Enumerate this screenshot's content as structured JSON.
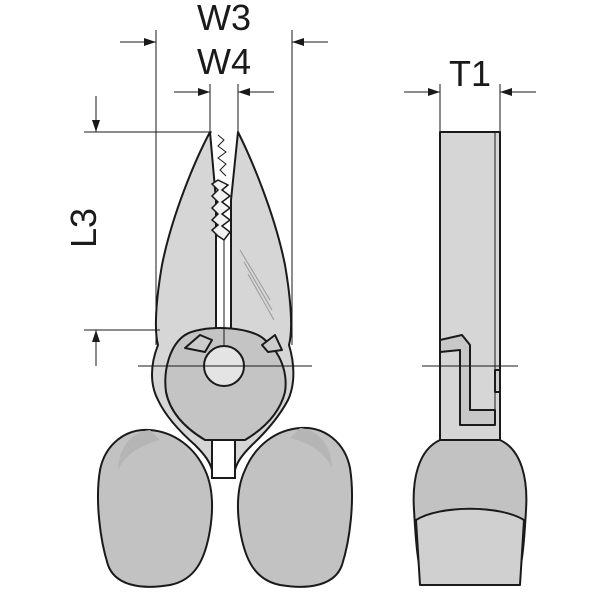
{
  "labels": {
    "w3": "W3",
    "w4": "W4",
    "t1": "T1",
    "l3": "L3"
  },
  "colors": {
    "line": "#1a1a1a",
    "metal": "#d6d6d6",
    "grip": "#c2c2c2",
    "background": "#ffffff"
  }
}
